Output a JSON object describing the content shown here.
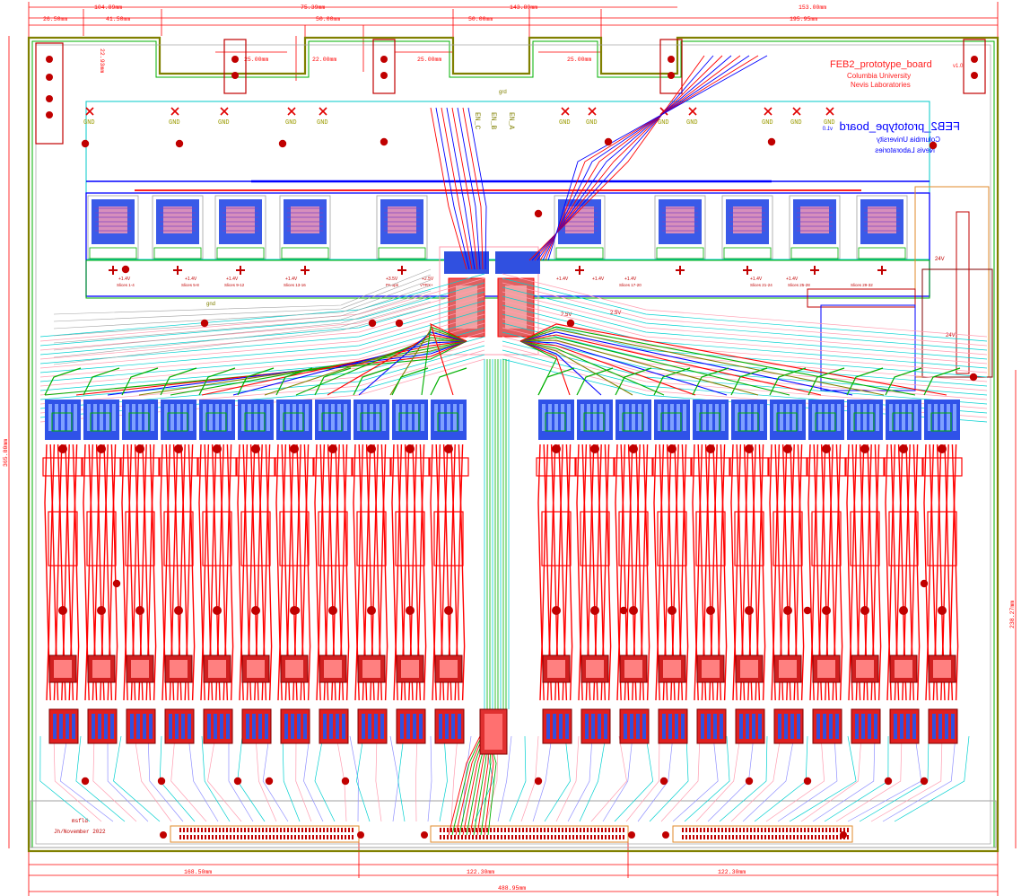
{
  "title_block": {
    "board_name": "FEB2_prototype_board",
    "version": "v1.0",
    "institution": "Columbia University",
    "lab": "Nevis Laboratories"
  },
  "mirrored_title_block": {
    "board_name": "FEB2_prototype_board",
    "version": "v1.0",
    "institution": "Columbia University",
    "lab": "Nevis Laboratories"
  },
  "credit": {
    "author": "msfld",
    "date": "Jh/November 2022"
  },
  "dimensions": {
    "top_row": [
      "26.50mm",
      "41.50mm",
      "50.00mm",
      "50.00mm"
    ],
    "second_row": [
      "104.89mm",
      "75.39mm",
      "143.89mm",
      "153.00mm"
    ],
    "third_row": [
      "195.95mm"
    ],
    "notches": [
      "25.00mm",
      "22.00mm",
      "25.00mm",
      "25.00mm"
    ],
    "notch_depth": "22.93mm",
    "left_height": "365.80mm",
    "right_height": "238.27mm",
    "bottom_row": [
      "168.50mm",
      "122.30mm",
      "122.30mm"
    ],
    "overall_width": "488.95mm"
  },
  "power_labels": {
    "gnd_top": [
      "GND",
      "GND",
      "GND",
      "GND",
      "GND",
      "GND",
      "GND",
      "GND",
      "GND",
      "GND",
      "GND",
      "GND",
      "GND"
    ],
    "enables": [
      "EN_C",
      "EN_B",
      "EN_A"
    ],
    "regulator_rails": [
      "+1.4V",
      "+1.4V",
      "+1.4V",
      "+1.4V",
      "+3.5V",
      "+2.5V",
      "+1.4V",
      "+1.4V",
      "+1.4V",
      "+1.4V",
      "+1.4V"
    ],
    "regulator_slices": [
      "Slices 1-4",
      "Slices 5-8",
      "Slices 9-12",
      "Slices 13-16",
      "PA opti",
      "VTRX+",
      "Slices 17-20",
      "Slices 21-24",
      "Slices 25-28",
      "Slices 29-32"
    ],
    "misc": [
      "grd",
      "gnd",
      "2.5V",
      "2.5V",
      "24V",
      "24V"
    ]
  },
  "colors": {
    "top_copper": "#ff0000",
    "bottom_copper": "#0000ff",
    "inner_green": "#00b000",
    "inner_pink": "#ff9cb0",
    "inner_cyan": "#00d0d0",
    "outline": "#808000",
    "silk_yellow": "#9b9b00",
    "dimension": "#ff0000",
    "grey": "#a0a0a0",
    "orange": "#e08a2a",
    "magenta": "#cc00cc"
  }
}
